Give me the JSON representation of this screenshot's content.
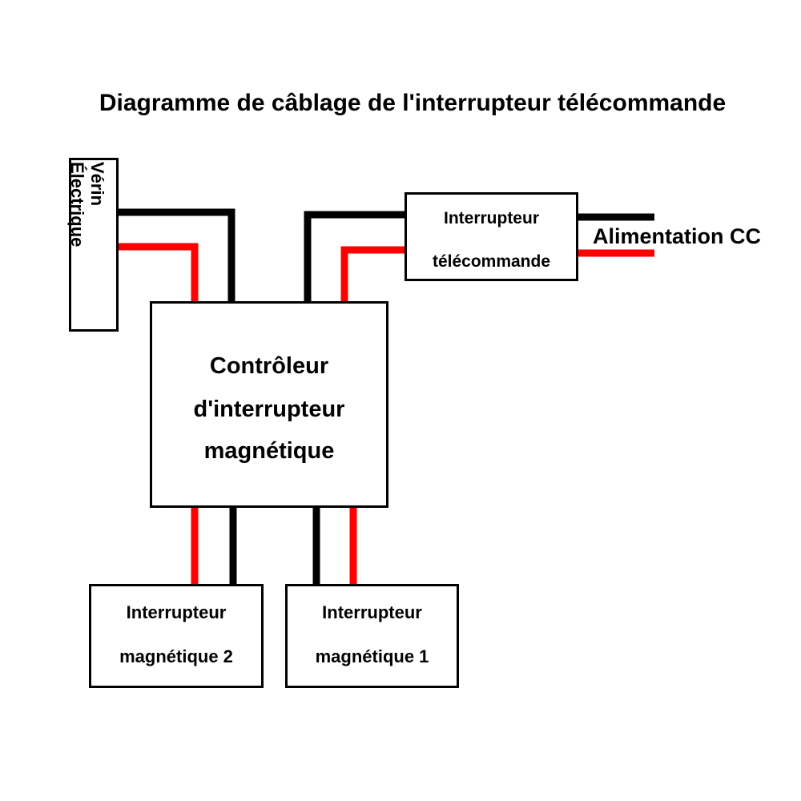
{
  "title": "Diagramme de câblage de l'interrupteur télécommande",
  "colors": {
    "positive_wire": "#ff0000",
    "negative_wire": "#000000",
    "box_border": "#000000"
  },
  "actuator": {
    "line1": "Vérin",
    "line2": "Électrique"
  },
  "remote_switch": {
    "line1": "Interrupteur",
    "line2": "télécommande"
  },
  "power": {
    "label": "Alimentation CC"
  },
  "controller": {
    "line1": "Contrôleur",
    "line2": "d'interrupteur",
    "line3": "magnétique"
  },
  "magnetic_switch_2": {
    "line1": "Interrupteur",
    "line2": "magnétique 2"
  },
  "magnetic_switch_1": {
    "line1": "Interrupteur",
    "line2": "magnétique 1"
  }
}
